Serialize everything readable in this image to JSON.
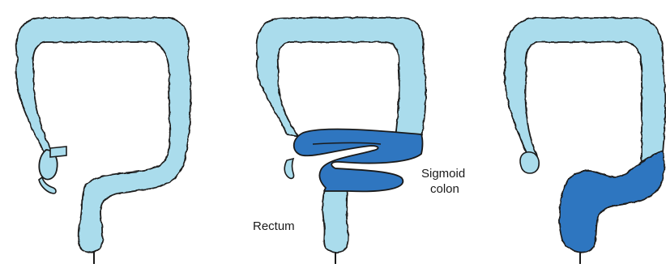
{
  "labels": {
    "sigmoid_line1": "Sigmoid",
    "sigmoid_line2": "colon",
    "rectum": "Rectum"
  },
  "colors": {
    "colon_fill": "#aadcec",
    "highlight_fill": "#2f76c0",
    "outline": "#1a1a1a",
    "background": "#ffffff"
  }
}
